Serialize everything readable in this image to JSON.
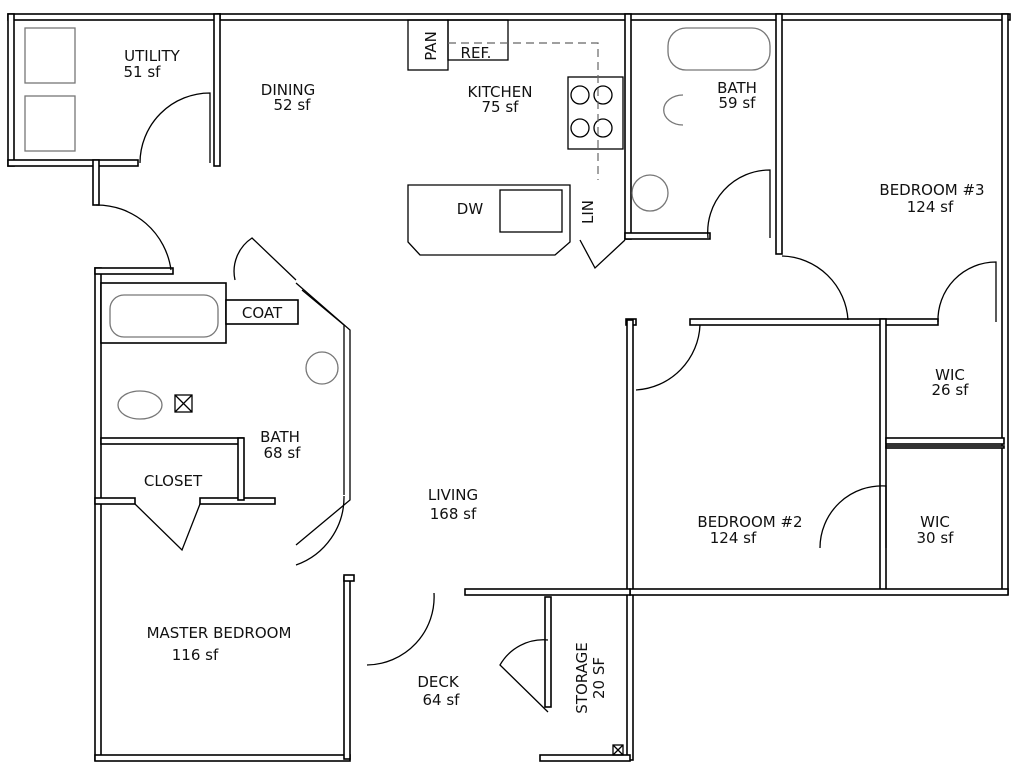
{
  "title": "Apartment floor plan",
  "rooms": {
    "utility": {
      "name": "UTILITY",
      "area": "51 sf"
    },
    "dining": {
      "name": "DINING",
      "area": "52 sf"
    },
    "kitchen": {
      "name": "KITCHEN",
      "area": "75 sf"
    },
    "bath1": {
      "name": "BATH",
      "area": "59 sf"
    },
    "bedroom3": {
      "name": "BEDROOM #3",
      "area": "124 sf"
    },
    "wic1": {
      "name": "WIC",
      "area": "26 sf"
    },
    "wic2": {
      "name": "WIC",
      "area": "30 sf"
    },
    "bedroom2": {
      "name": "BEDROOM #2",
      "area": "124 sf"
    },
    "living": {
      "name": "LIVING",
      "area": "168 sf"
    },
    "bath2": {
      "name": "BATH",
      "area": "68 sf"
    },
    "master": {
      "name": "MASTER BEDROOM",
      "area": "116 sf"
    },
    "deck": {
      "name": "DECK",
      "area": "64 sf"
    },
    "storage": {
      "name": "STORAGE",
      "area": "20 SF"
    }
  },
  "fixtures": {
    "pantry": "PAN",
    "fridge": "REF.",
    "dishwasher": "DW",
    "linen": "LIN",
    "coat": "COAT",
    "closet": "CLOSET"
  }
}
